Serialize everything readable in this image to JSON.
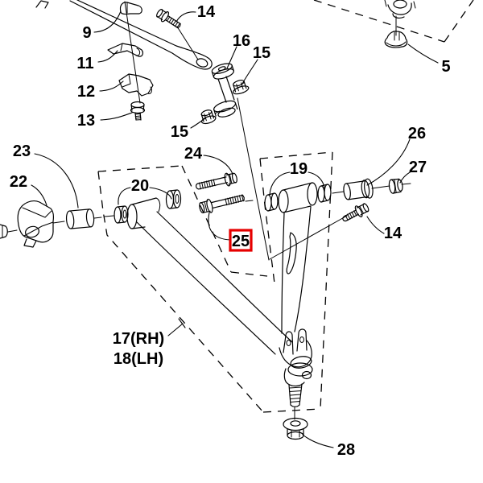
{
  "diagram": {
    "background": "#ffffff",
    "line_color": "#000000",
    "highlight_color": "#e60000",
    "selected_callout": "25"
  },
  "callouts": {
    "c9": "9",
    "c11": "11",
    "c12": "12",
    "c13": "13",
    "c14_top": "14",
    "c16": "16",
    "c15_upper": "15",
    "c15_lower": "15",
    "c5": "5",
    "c23": "23",
    "c22": "22",
    "c20": "20",
    "c24": "24",
    "c19": "19",
    "c26": "26",
    "c27": "27",
    "c14_right": "14",
    "c25": "25",
    "c17": "17(RH)",
    "c18": "18(LH)",
    "c28": "28"
  }
}
